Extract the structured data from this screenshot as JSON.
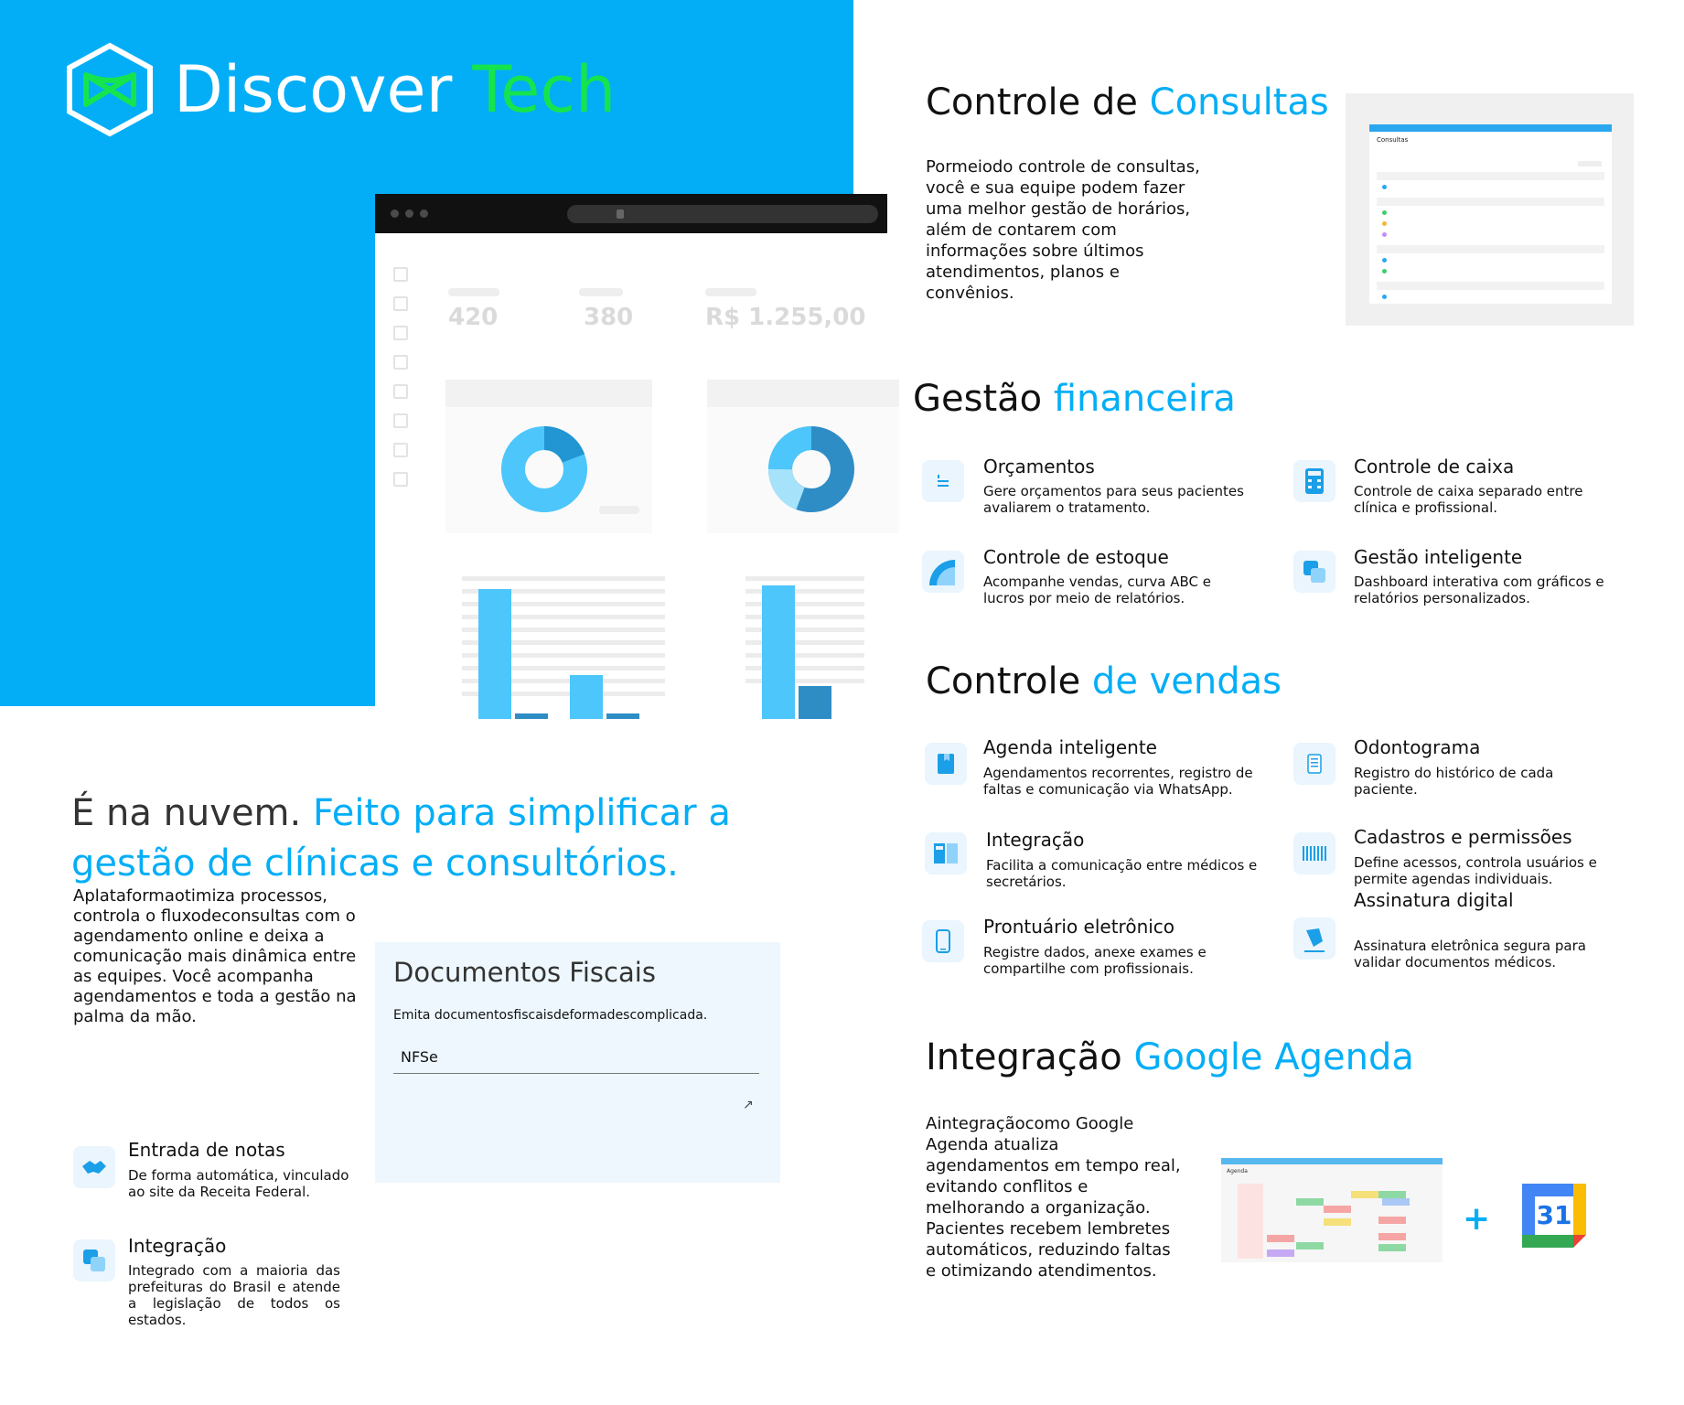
{
  "brand": {
    "word1": "Discover",
    "word2": "Tech"
  },
  "mockup": {
    "stats": [
      "420",
      "380",
      "R$ 1.255,00"
    ]
  },
  "cloud": {
    "title_part1": "É na nuvem.",
    "title_part2": "Feito para simplificar a gestão de clínicas e consultórios.",
    "body": "Aplataformaotimiza processos, controla o fluxodeconsultas com o agendamento online e deixa a comunicação mais dinâmica entre as equipes. Você acompanha agendamentos e toda a gestão na palma da mão."
  },
  "fiscal": {
    "title": "Documentos Fiscais",
    "subtitle": "Emita documentosfiscaisdeformadescomplicada.",
    "input_value": "NFSe",
    "link_icon": "↗"
  },
  "left_features": [
    {
      "title": "Entrada de notas",
      "desc": "De forma automática, vinculado ao site da Receita Federal.",
      "icon": "handshake-icon"
    },
    {
      "title": "Integração",
      "desc": "Integrado com a maioria das prefeituras do Brasil e atende a legislação de todos os estados.",
      "icon": "layers-icon"
    }
  ],
  "consultas": {
    "title_part1": "Controle de",
    "title_part2": "Consultas",
    "body": "Pormeiodo controle de consultas, você e sua equipe podem fazer uma melhor gestão de horários, além de contarem com informações sobre últimos atendimentos, planos e convênios.",
    "screenshot_title": "Consultas"
  },
  "financeira": {
    "title_part1": "Gestão",
    "title_part2": "financeira",
    "items": [
      {
        "title": "Orçamentos",
        "desc": "Gere orçamentos para seus pacientes avaliarem o tratamento.",
        "icon": "list-icon"
      },
      {
        "title": "Controle de caixa",
        "desc": "Controle de caixa separado entre clínica e profissional.",
        "icon": "calculator-icon"
      },
      {
        "title": "Controle de estoque",
        "desc": "Acompanhe vendas, curva ABC e lucros por meio de relatórios.",
        "icon": "gauge-icon"
      },
      {
        "title": "Gestão inteligente",
        "desc": "Dashboard interativa com gráficos e relatórios personalizados.",
        "icon": "layers-icon"
      }
    ]
  },
  "vendas": {
    "title_part1": "Controle",
    "title_part2": "de vendas",
    "items": [
      {
        "title": "Agenda inteligente",
        "desc": "Agendamentos recorrentes, registro de faltas e comunicação via WhatsApp.",
        "icon": "bookmark-icon"
      },
      {
        "title": "Odontograma",
        "desc": "Registro do histórico de cada paciente.",
        "icon": "document-icon"
      },
      {
        "title": "Integração",
        "desc": "Facilita a comunicação entre médicos e secretários.",
        "icon": "panels-icon"
      },
      {
        "title": "Cadastros e permissões",
        "desc": "Define acessos, controla usuários e permite agendas individuais.",
        "icon": "barcode-icon"
      },
      {
        "title": "Prontuário eletrônico",
        "desc": "Registre dados, anexe exames e compartilhe com profissionais.",
        "icon": "phone-icon"
      },
      {
        "title": "Assinatura digital",
        "desc": "Assinatura eletrônica segura para validar documentos médicos.",
        "icon": "pen-icon"
      }
    ]
  },
  "google": {
    "title_part1": "Integração",
    "title_part2": "Google Agenda",
    "body": "Aintegraçãocomo Google Agenda atualiza agendamentos em tempo real, evitando conflitos e melhorando a organização. Pacientes recebem lembretes automáticos, reduzindo faltas e otimizando atendimentos.",
    "screenshot_title": "Agenda",
    "plus": "+",
    "calendar_day": "31"
  },
  "colors": {
    "brand_blue": "#03aef6",
    "brand_green": "#16e44d",
    "icon_bg": "#eaf5fd"
  }
}
